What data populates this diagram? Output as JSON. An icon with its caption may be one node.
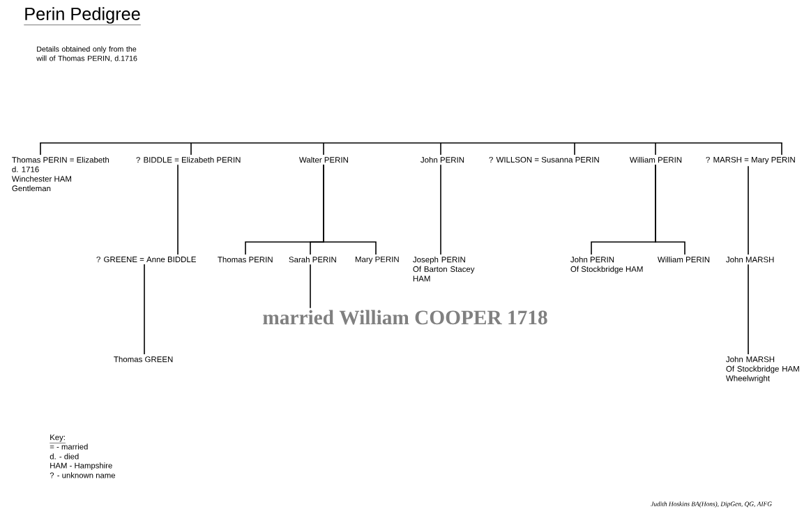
{
  "diagram": {
    "title": "Perin Pedigree",
    "nodes": [
      {
        "text": [
          "Thomas PERIN = Elizabeth",
          "d. 1716",
          "Winchester HAM",
          "Gentleman"
        ]
      },
      {
        "text": [
          "? BIDDLE = Elizabeth PERIN"
        ]
      },
      {
        "text": [
          "Walter PERIN"
        ]
      },
      {
        "text": [
          "John PERIN"
        ]
      },
      {
        "text": [
          "? WILLSON = Susanna PERIN"
        ]
      },
      {
        "text": [
          "William PERIN"
        ]
      },
      {
        "text": [
          "? MARSH = Mary PERIN"
        ]
      },
      {
        "text": [
          "? GREENE = Anne BIDDLE"
        ]
      },
      {
        "text": [
          "Thomas PERIN"
        ]
      },
      {
        "text": [
          "Sarah PERIN"
        ]
      },
      {
        "text": [
          "Mary PERIN"
        ]
      },
      {
        "text": [
          "Joseph PERIN",
          "Of Barton Stacey HAM"
        ]
      },
      {
        "text": [
          "John PERIN",
          "Of Stockbridge HAM"
        ]
      },
      {
        "text": [
          "William PERIN"
        ]
      },
      {
        "text": [
          "John MARSH"
        ]
      },
      {
        "text": [
          "Thomas GREEN"
        ]
      },
      {
        "text": [
          "John MARSH",
          "Of Stockbridge HAM Wheelwright"
        ]
      },
      {
        "text": [
          "married William COOPER 1718"
        ]
      }
    ],
    "edges": [
      {
        "from": null,
        "to": 0,
        "arrow": "none"
      },
      {
        "from": null,
        "to": 1,
        "arrow": "none"
      },
      {
        "from": null,
        "to": 2,
        "arrow": "none"
      },
      {
        "from": null,
        "to": 3,
        "arrow": "none"
      },
      {
        "from": null,
        "to": 4,
        "arrow": "none"
      },
      {
        "from": null,
        "to": 5,
        "arrow": "none"
      },
      {
        "from": null,
        "to": 6,
        "arrow": "none"
      },
      {
        "from": 1,
        "to": 7,
        "arrow": "none"
      },
      {
        "from": 2,
        "to": 8,
        "arrow": "none"
      },
      {
        "from": 2,
        "to": 9,
        "arrow": "none"
      },
      {
        "from": 2,
        "to": 10,
        "arrow": "none"
      },
      {
        "from": 3,
        "to": 11,
        "arrow": "none"
      },
      {
        "from": 5,
        "to": 12,
        "arrow": "none"
      },
      {
        "from": 5,
        "to": 13,
        "arrow": "none"
      },
      {
        "from": 6,
        "to": 14,
        "arrow": "none"
      },
      {
        "from": 7,
        "to": 15,
        "arrow": "none"
      },
      {
        "from": 9,
        "to": 17,
        "arrow": "none"
      },
      {
        "from": 14,
        "to": 16,
        "arrow": "none"
      }
    ],
    "labels": [
      "Details obtained only from the will of Thomas PERIN, d.1716",
      "Key:",
      "= - married",
      "d. - died",
      "HAM - Hampshire",
      "? - unknown name",
      "Judith Hoskins BA(Hons), DipGen, QG, AIFG"
    ]
  }
}
